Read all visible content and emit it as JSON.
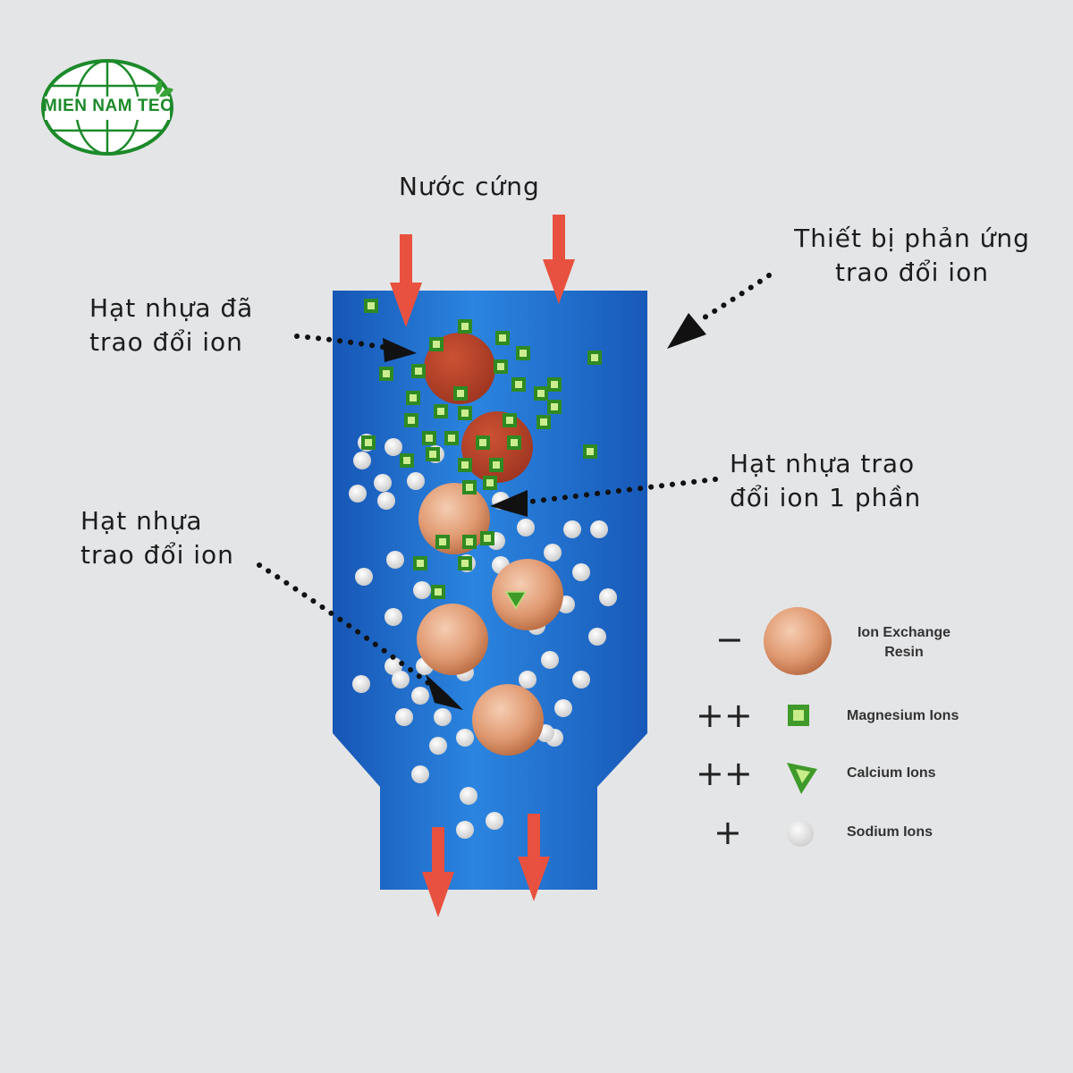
{
  "logo": {
    "text": "MIEN NAM TEC",
    "color": "#1c8a2a"
  },
  "labels": {
    "input": "Nước cứng",
    "device_line1": "Thiết bị phản ứng",
    "device_line2": "trao đổi ion",
    "exhausted_line1": "Hạt nhựa đã",
    "exhausted_line2": "trao đổi ion",
    "partial_line1": "Hạt nhựa trao",
    "partial_line2": "đổi ion 1 phần",
    "fresh_line1": "Hạt nhựa",
    "fresh_line2": "trao đổi ion"
  },
  "legend": [
    {
      "sign": "−",
      "text_lines": [
        "Ion Exchange",
        "Resin"
      ],
      "icon": "resin-bead-icon"
    },
    {
      "sign": "++",
      "text_lines": [
        "Magnesium Ions"
      ],
      "icon": "green-square-icon"
    },
    {
      "sign": "++",
      "text_lines": [
        "Calcium Ions"
      ],
      "icon": "green-triangle-icon"
    },
    {
      "sign": "+",
      "text_lines": [
        "Sodium Ions"
      ],
      "icon": "white-circle-icon"
    }
  ],
  "colors": {
    "background": "#e4e5e7",
    "vessel": "#1f6fd0",
    "arrow": "#e8513f",
    "resin_exhausted": "#b8432c",
    "resin_fresh": "#e0a07e",
    "magnesium": "#3f9a2a",
    "sodium": "#eeeeee"
  }
}
